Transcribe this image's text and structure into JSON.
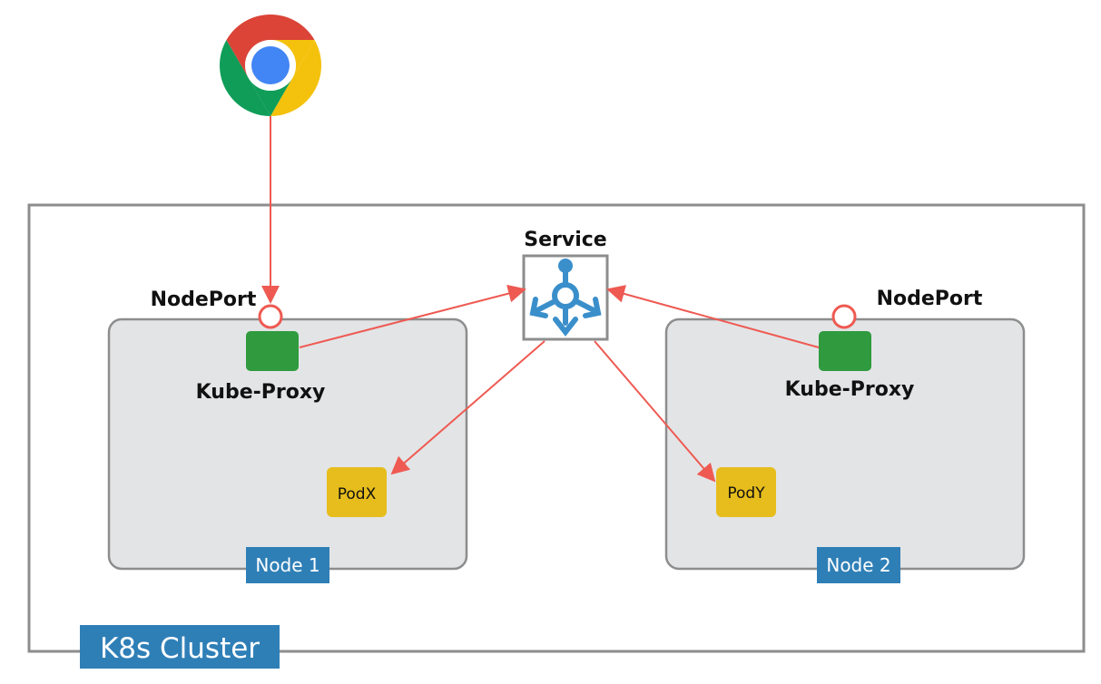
{
  "cluster": {
    "label": "K8s Cluster"
  },
  "service": {
    "label": "Service"
  },
  "nodes": [
    {
      "label": "Node 1",
      "port_label": "NodePort",
      "proxy_label": "Kube-Proxy",
      "pod_label": "PodX"
    },
    {
      "label": "Node 2",
      "port_label": "NodePort",
      "proxy_label": "Kube-Proxy",
      "pod_label": "PodY"
    }
  ],
  "browser": {
    "icon": "chrome-icon"
  },
  "colors": {
    "arrow": "#ee5a52",
    "node_fill": "#e3e4e6",
    "node_border": "#8d8d8d",
    "cluster_border": "#8d8d8d",
    "tag_fill": "#2f7fb7",
    "proxy_fill": "#2f9a3e",
    "pod_fill": "#e6bd1c",
    "service_icon": "#3a8fcb"
  }
}
